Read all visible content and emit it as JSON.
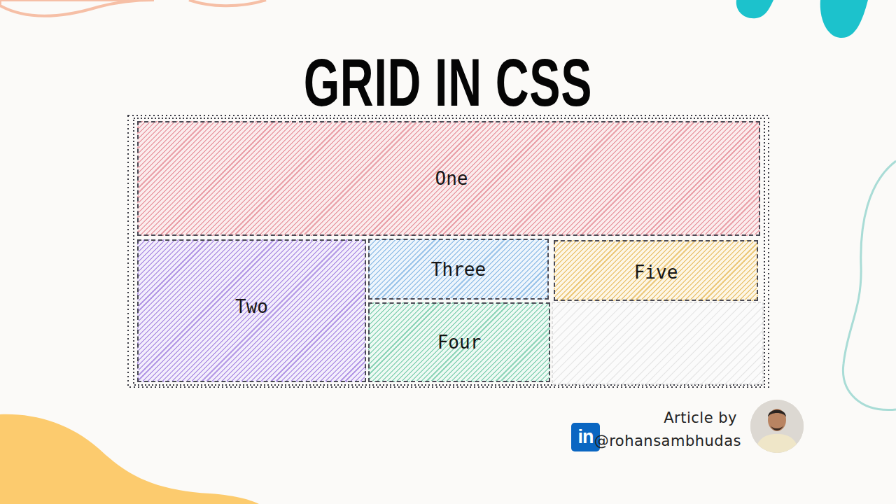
{
  "diagram": {
    "title": "GRID IN CSS",
    "nodes": [
      {
        "text": [
          "One"
        ]
      },
      {
        "text": [
          "Two"
        ]
      },
      {
        "text": [
          "Three"
        ]
      },
      {
        "text": [
          "Five"
        ]
      },
      {
        "text": [
          "Four"
        ]
      }
    ],
    "labels": [
      "Article by",
      "@rohansambhudas",
      "in"
    ]
  }
}
